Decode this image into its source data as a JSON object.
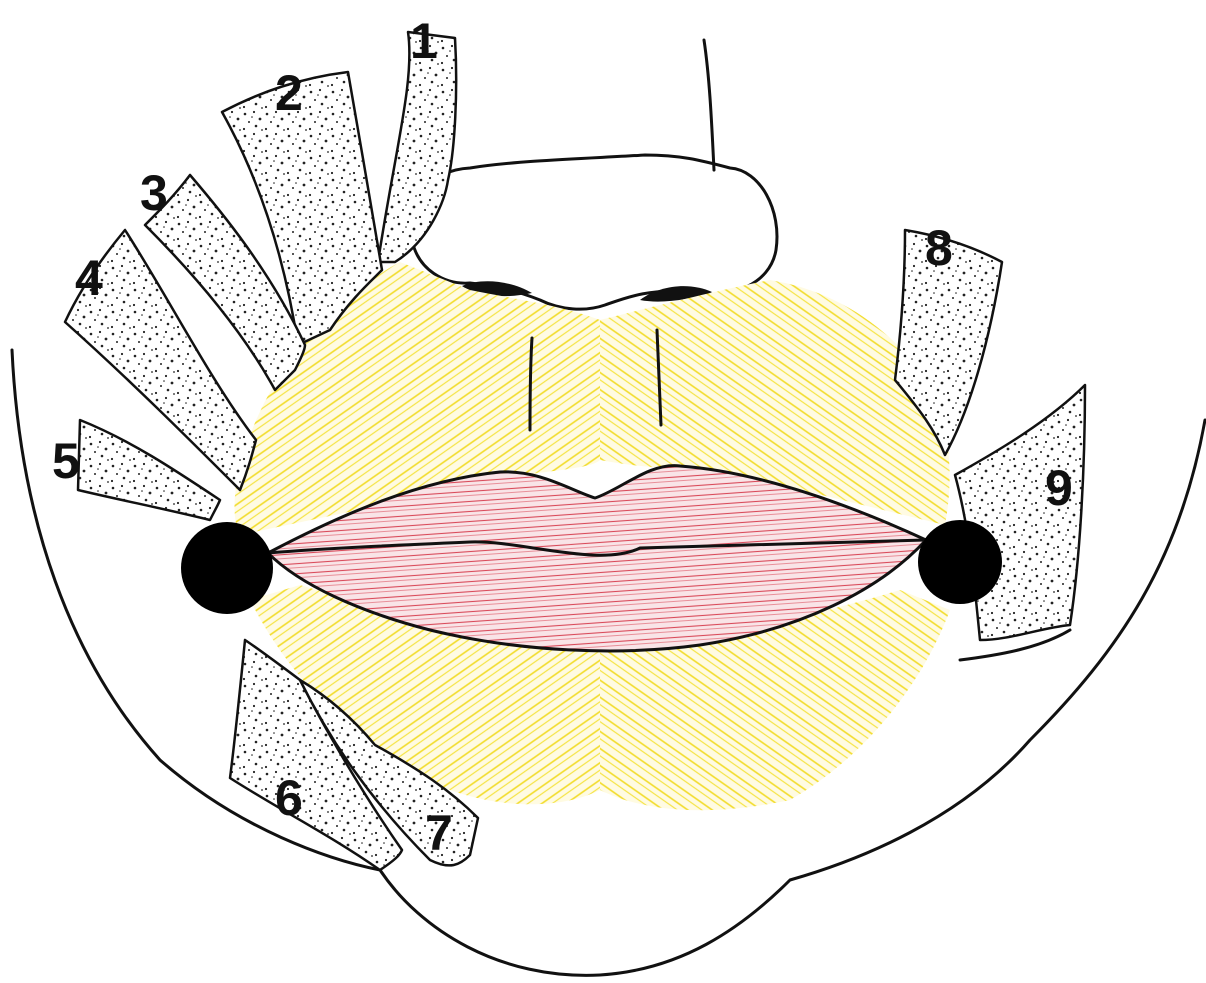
{
  "figure": {
    "subject": "perioral muscles diagram",
    "colors": {
      "background": "#ffffff",
      "outline": "#111111",
      "orbicularis": "#f2dc2a",
      "lip_hatching": "#d94a5a",
      "lip_fill": "#f7dde0",
      "modiolus": "#000000",
      "stipple": "#222222"
    }
  },
  "labels": [
    {
      "id": "1",
      "text": "1"
    },
    {
      "id": "2",
      "text": "2"
    },
    {
      "id": "3",
      "text": "3"
    },
    {
      "id": "4",
      "text": "4"
    },
    {
      "id": "5",
      "text": "5"
    },
    {
      "id": "6",
      "text": "6"
    },
    {
      "id": "7",
      "text": "7"
    },
    {
      "id": "8",
      "text": "8"
    },
    {
      "id": "9",
      "text": "9"
    }
  ]
}
